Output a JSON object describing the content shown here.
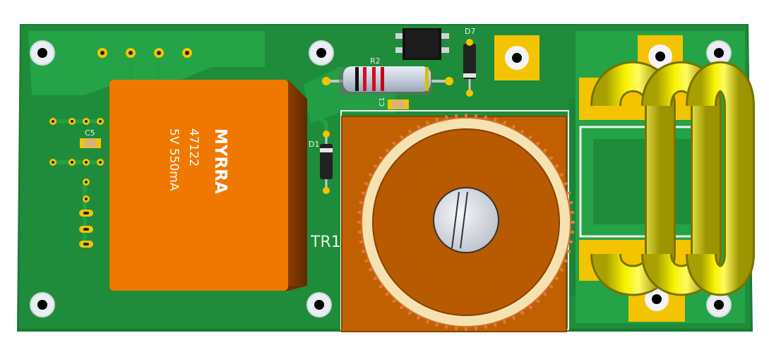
{
  "board": {
    "pcb_color": "#1e8c3a",
    "copper_fill_color": "#23a045",
    "silkscreen_color": "#f0f0f0",
    "pad_color": "#f5c400"
  },
  "labels": {
    "c5": "C5",
    "r2": "R2",
    "d7": "D7",
    "d1": "D1",
    "c1": "C1",
    "tr1": "TR1"
  },
  "transformer": {
    "brand": "MYRRA",
    "part_number": "47122",
    "rating": "5V 550mA",
    "body_color": "#f07800"
  },
  "toroid": {
    "base_color": "#c06000",
    "screw_color": "#d8dde6"
  },
  "coil": {
    "color": "#f2ee00"
  }
}
